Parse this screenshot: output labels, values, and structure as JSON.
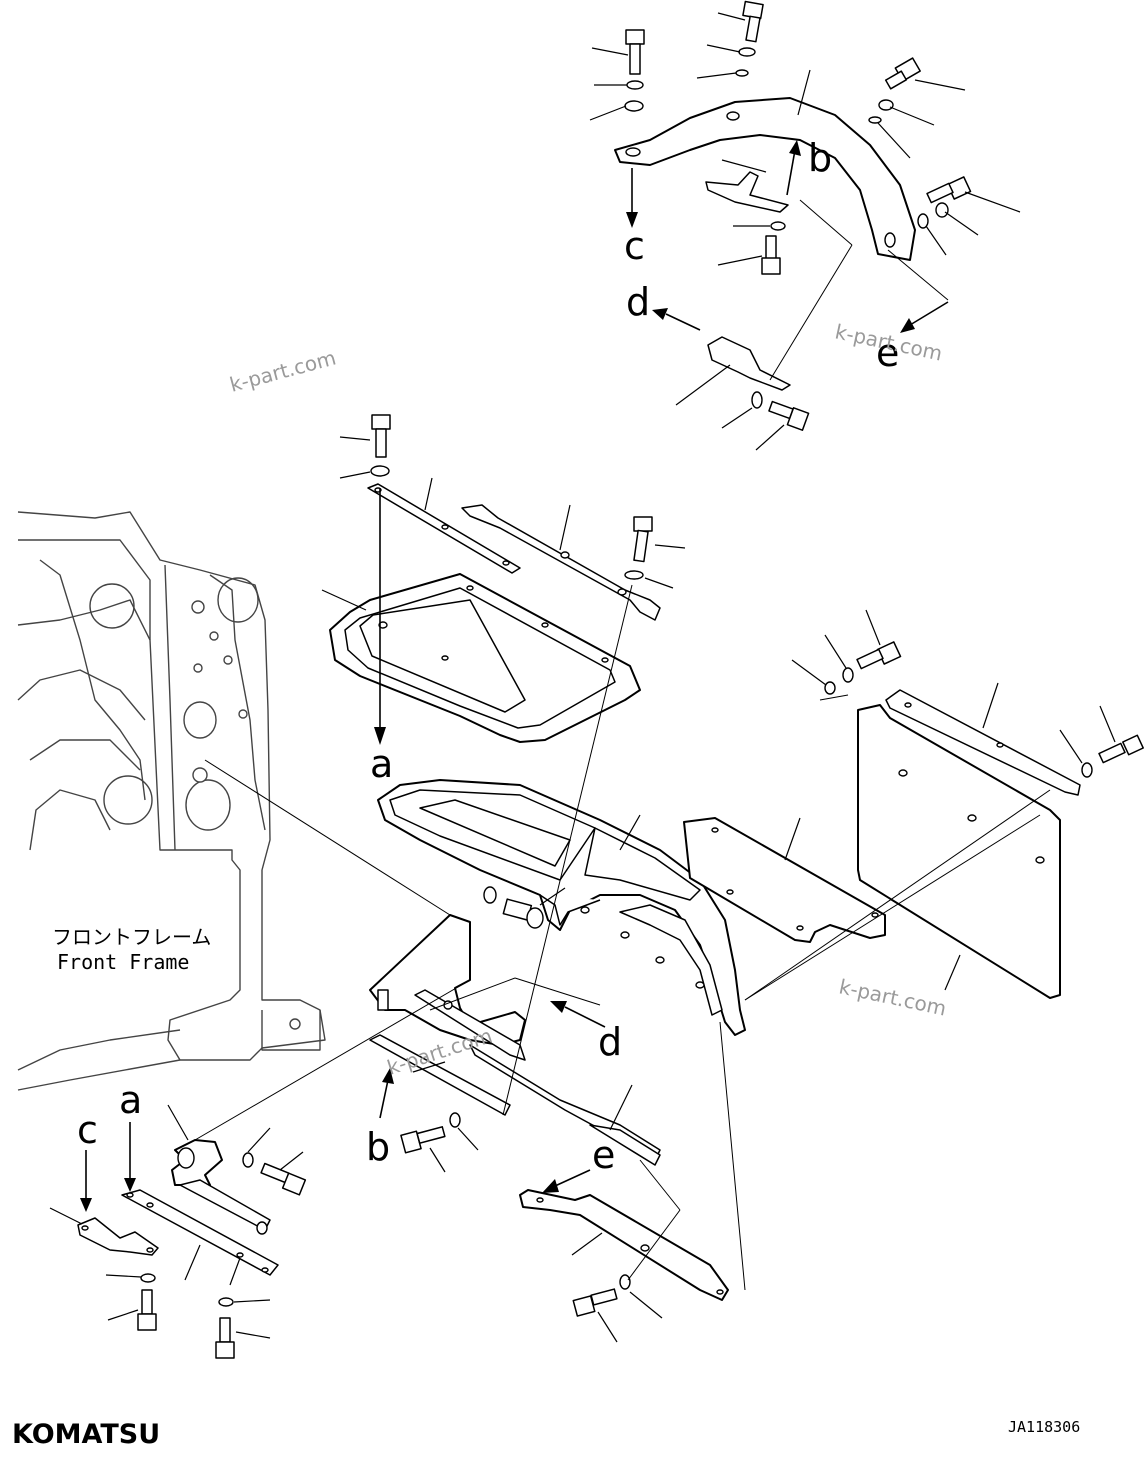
{
  "labels": {
    "a": "a",
    "b": "b",
    "c": "c",
    "d": "d",
    "e": "e"
  },
  "front_frame": {
    "jp": "フロントフレーム",
    "en": "Front Frame"
  },
  "watermark": "k-part.com",
  "drawing_code": "JA118306",
  "brand": "KOMATSU"
}
